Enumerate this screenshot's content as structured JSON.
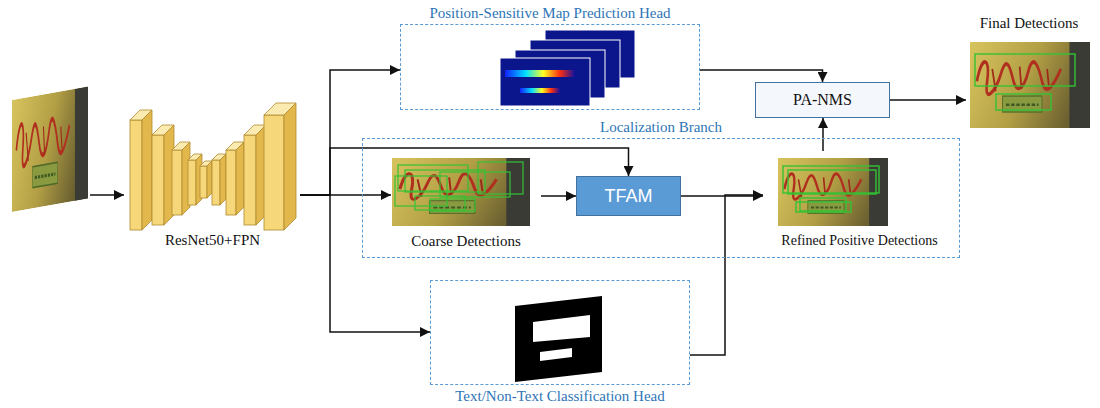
{
  "diagram": {
    "nodes": [
      {
        "text": [
          "ResNet50+FPN"
        ]
      },
      {
        "text": [
          "Position-Sensitive Map Prediction Head"
        ]
      },
      {
        "text": [
          "PA-NMS"
        ]
      },
      {
        "text": [
          "Final Detections"
        ]
      },
      {
        "text": [
          "Localization Branch"
        ]
      },
      {
        "text": [
          "Coarse Detections"
        ],
        "in": 4
      },
      {
        "text": [
          "TFAM"
        ],
        "in": 4
      },
      {
        "text": [
          "Refined Positive Detections"
        ],
        "in": 4
      },
      {
        "text": [
          "Text/Non-Text Classification Head"
        ]
      }
    ],
    "edges": [
      {
        "from": 0,
        "to": 1,
        "arrow": "to"
      },
      {
        "from": 0,
        "to": 5,
        "arrow": "to"
      },
      {
        "from": 0,
        "to": 6,
        "arrow": "to"
      },
      {
        "from": 0,
        "to": 8,
        "arrow": "to"
      },
      {
        "from": 1,
        "to": 2,
        "arrow": "to"
      },
      {
        "from": 5,
        "to": 6,
        "arrow": "to"
      },
      {
        "from": 6,
        "to": 7,
        "arrow": "to"
      },
      {
        "from": 8,
        "to": 7,
        "arrow": "to"
      },
      {
        "from": 7,
        "to": 2,
        "arrow": "to"
      },
      {
        "from": 2,
        "to": 3,
        "arrow": "to"
      }
    ]
  }
}
